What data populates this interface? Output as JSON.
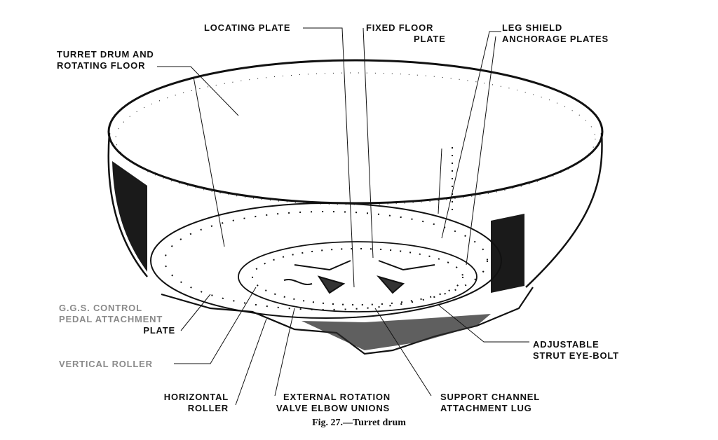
{
  "labels": {
    "turret_drum_and_rotating_floor": [
      "TURRET DRUM AND",
      "ROTATING FLOOR"
    ],
    "locating_plate": [
      "LOCATING PLATE"
    ],
    "fixed_floor_plate": [
      "FIXED FLOOR",
      "PLATE"
    ],
    "leg_shield_anchorage_plates": [
      "LEG SHIELD",
      "ANCHORAGE PLATES"
    ],
    "ggs_control_pedal_attachment_plate": [
      "G.G.S. CONTROL",
      "PEDAL ATTACHMENT",
      "PLATE"
    ],
    "vertical_roller": [
      "VERTICAL ROLLER"
    ],
    "horizontal_roller": [
      "HORIZONTAL",
      "ROLLER"
    ],
    "external_rotation_valve_elbow_unions": [
      "EXTERNAL ROTATION",
      "VALVE ELBOW UNIONS"
    ],
    "support_channel_attachment_lug": [
      "SUPPORT CHANNEL",
      "ATTACHMENT LUG"
    ],
    "adjustable_strut_eye_bolt": [
      "ADJUSTABLE",
      "STRUT EYE-BOLT"
    ]
  },
  "caption": "Fig. 27.—Turret drum",
  "colors": {
    "ink": "#111111",
    "faded": "#8a8a8a",
    "paper": "#ffffff"
  }
}
